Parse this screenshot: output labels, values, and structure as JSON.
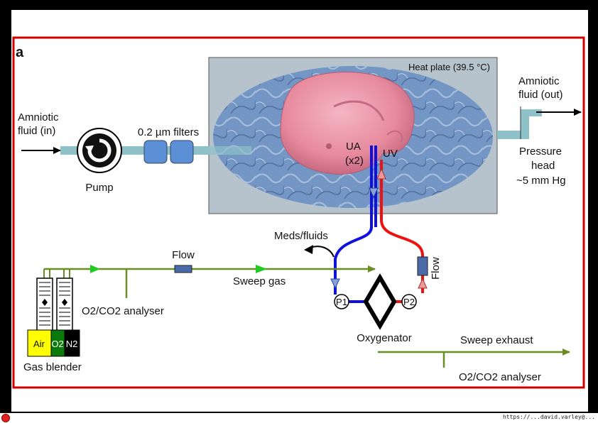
{
  "figure": {
    "panel_label": "a",
    "heat_plate": "Heat plate (39.5 °C)",
    "amniotic_in_line1": "Amniotic",
    "amniotic_in_line2": "fluid (in)",
    "amniotic_out_line1": "Amniotic",
    "amniotic_out_line2": "fluid (out)",
    "pump": "Pump",
    "filters": "0.2 µm filters",
    "ua_line1": "UA",
    "ua_line2": "(x2)",
    "uv": "UV",
    "pressure_line1": "Pressure",
    "pressure_line2": "head",
    "pressure_line3": "~5 mm Hg",
    "meds": "Meds/fluids",
    "flow_gas": "Flow",
    "flow_blood": "Flow",
    "sweep_gas": "Sweep gas",
    "p1": "P1",
    "p2": "P2",
    "oxygenator": "Oxygenator",
    "analyser_left": "O2/CO2 analyser",
    "analyser_right": "O2/CO2 analyser",
    "sweep_exhaust": "Sweep exhaust",
    "gas_blender": "Gas blender",
    "air": "Air",
    "o2": "O2",
    "n2": "N2",
    "credit": "https://...david.varley@..."
  },
  "colors": {
    "frame": "#d00000",
    "gas_line": "#6b8e23",
    "gas_arrow": "#22cc22",
    "venous": "#1010dd",
    "arterial": "#ee1111",
    "fluid_tube": "#8fc1c9",
    "filter": "#5b8fd6",
    "plate_bg": "#b7c3cc",
    "plate_oval": "#6f93c4",
    "air": "#ffff00",
    "o2_tank": "#0a7a0a",
    "n2_tank": "#000000"
  },
  "icons": {
    "pump": "circular-arrow-icon",
    "oxygenator": "diamond-icon",
    "fetus": "fetus-illustration"
  }
}
